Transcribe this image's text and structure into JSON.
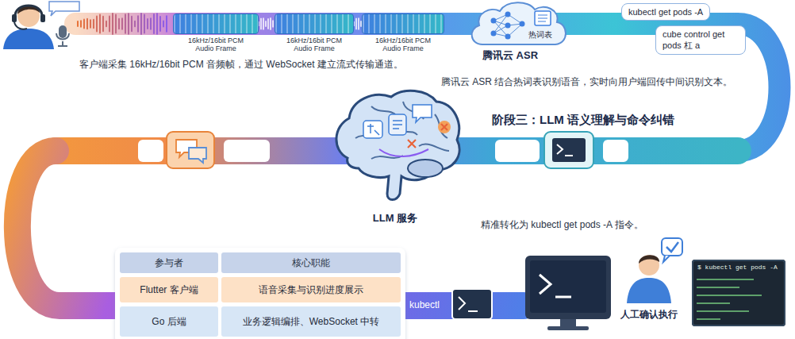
{
  "diagram": {
    "nodes": [
      {
        "text": [
          "16kHz/16bit PCM Audio Frame"
        ]
      },
      {
        "text": [
          "16kHz/16bit PCM Audio Frame"
        ]
      },
      {
        "text": [
          "16kHz/16bit PCM Audio Frame"
        ]
      },
      {
        "text": [
          "热词表",
          "腾讯云 ASR"
        ]
      },
      {
        "text": [
          "kubectl get pods -A"
        ]
      },
      {
        "text": [
          "cube control get pods 杠 a"
        ]
      },
      {
        "text": [
          "LLM 服务"
        ]
      },
      {
        "text": [
          "$ kubectl get pods -A"
        ]
      }
    ],
    "labels": [
      "客户端采集 16kHz/16bit PCM 音频帧，通过 WebSocket 建立流式传输通道。",
      "腾讯云 ASR 结合热词表识别语音，实时向用户端回传中间识别文本。",
      "阶段三：LLM 语义理解与命令纠错",
      "精准转化为 kubectl get pods -A 指令。",
      "参与者",
      "核心职能",
      "Flutter 客户端",
      "语音采集与识别进度展示",
      "Go 后端",
      "业务逻辑编排、WebSocket 中转",
      "kubectl",
      "人工确认执行"
    ]
  }
}
